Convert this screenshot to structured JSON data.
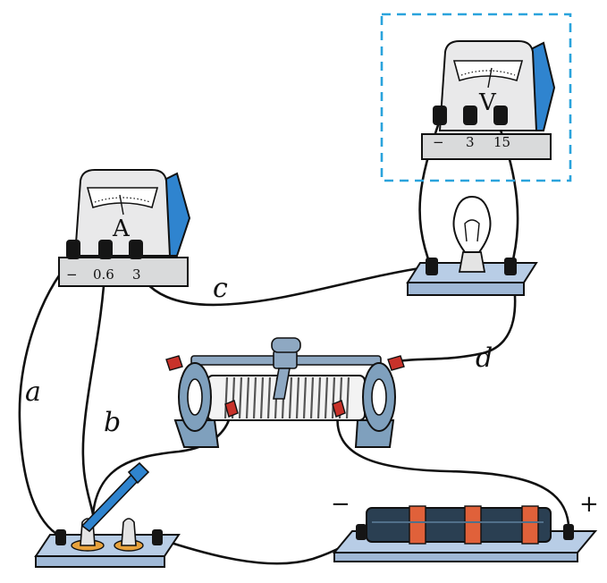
{
  "colors": {
    "wire": "#111111",
    "meter_body": "#e9e9ea",
    "meter_side": "#2f84cf",
    "meter_base": "#d9dadb",
    "terminal": "#151515",
    "dashed_box": "#2aa3dc",
    "board": "#b8cde6",
    "battery_body": "#2a3f52",
    "battery_band": "#e0613a",
    "rheostat_frame": "#7fa0bd",
    "red_knob": "#c8322a"
  },
  "ammeter": {
    "letter": "A",
    "terminals": [
      "−",
      "0.6",
      "3"
    ]
  },
  "voltmeter": {
    "letter": "V",
    "terminals": [
      "−",
      "3",
      "15"
    ]
  },
  "wire_labels": {
    "a": "a",
    "b": "b",
    "c": "c",
    "d": "d"
  },
  "battery": {
    "minus": "−",
    "plus": "+"
  },
  "icons": [
    "ammeter-icon",
    "voltmeter-icon",
    "bulb-icon",
    "rheostat-icon",
    "switch-icon",
    "battery-icon"
  ]
}
